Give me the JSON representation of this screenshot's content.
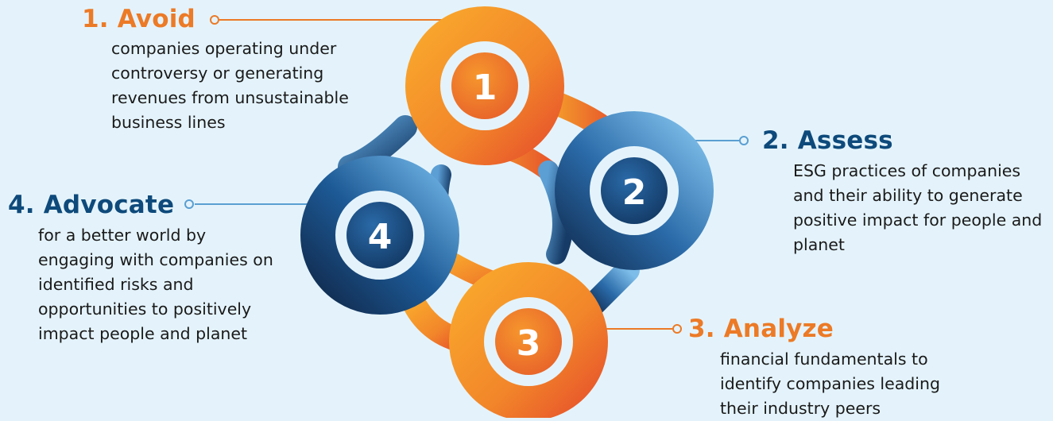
{
  "steps": [
    {
      "number": "1",
      "title": "1. Avoid",
      "description": "companies operating under controversy or generating revenues from unsustainable business lines",
      "color": "#ec7a26"
    },
    {
      "number": "2",
      "title": "2. Assess",
      "description": "ESG practices of companies and their ability to generate positive impact for people and planet",
      "color": "#0e4a7b"
    },
    {
      "number": "3",
      "title": "3. Analyze",
      "description": "financial fundamentals to identify companies leading their industry peers",
      "color": "#ec7a26"
    },
    {
      "number": "4",
      "title": "4. Advocate",
      "description": "for a better world by engaging with companies on identified risks and opportunities to positively impact people and planet",
      "color": "#0e4a7b"
    }
  ],
  "colors": {
    "background": "#e4f3fb",
    "orange": "#ec7a26",
    "orange_light": "#f7a12c",
    "orange_dark": "#e85a2a",
    "navy": "#0e4a7b",
    "blue_light": "#74b6e6",
    "blue_dark": "#14355d"
  }
}
